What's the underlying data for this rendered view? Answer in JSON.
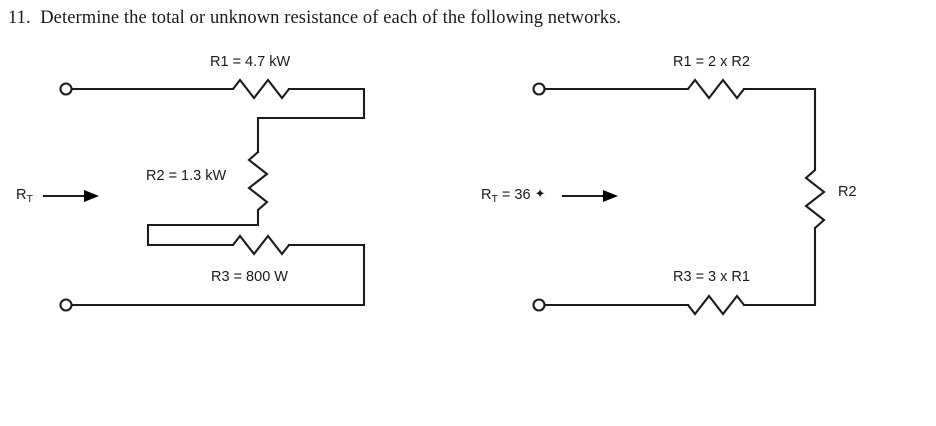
{
  "page": {
    "question_number": "11.",
    "question_text": "11.  Determine the total or unknown resistance of each of the following networks."
  },
  "circuit_left": {
    "name": "left-network",
    "r1_label": "R1 = 4.7 kW",
    "r2_label": "R2 = 1.3 kW",
    "r3_label": "R3 = 800 W",
    "rt_label": "R",
    "rt_subscript": "T",
    "rt_value": ""
  },
  "circuit_right": {
    "name": "right-network",
    "r1_label": "R1 = 2 x R2",
    "r2_label": "R2",
    "r3_label": "R3 = 3 x R1",
    "rt_label": "R",
    "rt_subscript": "T",
    "rt_value": " = 36 ",
    "rt_unit_glyph": "✦"
  },
  "colors": {
    "ink": "#1c1c1c",
    "text": "#1a1a1a",
    "background": "#ffffff"
  }
}
